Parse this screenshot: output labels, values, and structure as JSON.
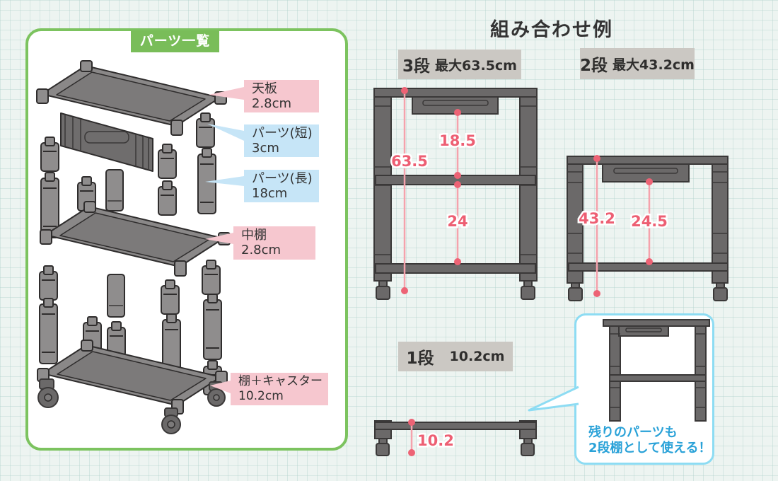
{
  "page": {
    "title": "組み合わせ例"
  },
  "parts_panel": {
    "title": "パーツ一覧",
    "labels": [
      {
        "name": "天板",
        "size": "2.8cm"
      },
      {
        "name": "パーツ(短)",
        "size": "3cm"
      },
      {
        "name": "パーツ(長)",
        "size": "18cm"
      },
      {
        "name": "中棚",
        "size": "2.8cm"
      },
      {
        "name": "棚＋キャスター",
        "size": "10.2cm"
      }
    ]
  },
  "combinations": {
    "three_tier": {
      "label": "3段",
      "max_height": "最大63.5cm",
      "total": "63.5",
      "upper_gap": "18.5",
      "lower_gap": "24"
    },
    "two_tier": {
      "label": "2段",
      "max_height": "最大43.2cm",
      "total": "43.2",
      "gap": "24.5"
    },
    "one_tier": {
      "label": "1段",
      "height": "10.2cm",
      "measure": "10.2"
    },
    "bubble": {
      "line1": "残りのパーツも",
      "line2": "2段棚として使える！"
    }
  },
  "colors": {
    "accent_green": "#7cc35f",
    "pink_label": "#f6c7cf",
    "blue_label": "#c6e5f7",
    "measure_pink": "#ed5f73",
    "diagram_gray": "#6b6969",
    "header_gray": "#cbc8c3",
    "bubble_blue": "#8ddcf3"
  }
}
